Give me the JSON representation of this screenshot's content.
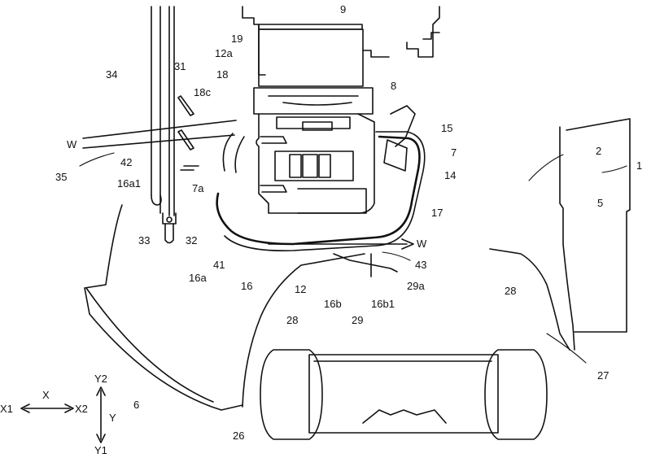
{
  "labels": {
    "l1": "1",
    "l2": "2",
    "l5": "5",
    "l6": "6",
    "l7": "7",
    "l7a": "7a",
    "l8": "8",
    "l9": "9",
    "l12": "12",
    "l12a": "12a",
    "l14": "14",
    "l15": "15",
    "l16": "16",
    "l16a": "16a",
    "l16a1": "16a1",
    "l16b": "16b",
    "l16b1": "16b1",
    "l17": "17",
    "l18": "18",
    "l18c": "18c",
    "l19": "19",
    "l26": "26",
    "l27": "27",
    "l28a": "28",
    "l28b": "28",
    "l29": "29",
    "l29a": "29a",
    "l31": "31",
    "l32": "32",
    "l33": "33",
    "l34": "34",
    "l35": "35",
    "l41": "41",
    "l42": "42",
    "l43": "43",
    "wLeft": "W",
    "wRight": "W"
  },
  "axes": {
    "x": "X",
    "x1": "X1",
    "x2": "X2",
    "y": "Y",
    "y1": "Y1",
    "y2": "Y2"
  }
}
